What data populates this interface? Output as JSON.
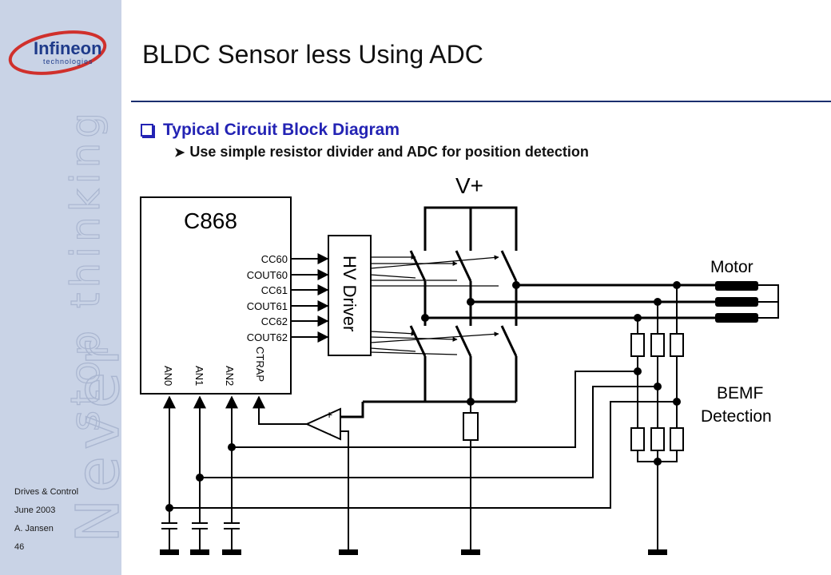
{
  "logo": {
    "text": "Infineon",
    "subtext": "technologies"
  },
  "watermark": {
    "line1": "Never",
    "line2": "stop thinking"
  },
  "footer": {
    "dept": "Drives & Control",
    "date": "June 2003",
    "author": "A. Jansen",
    "page": "46"
  },
  "slide": {
    "title": "BLDC Sensor less Using ADC",
    "bullet1": "Typical Circuit Block Diagram",
    "bullet2": "Use simple resistor divider and ADC for position detection"
  },
  "diagram": {
    "supply_label": "V+",
    "mcu_label": "C868",
    "mcu_outputs": [
      "CC60",
      "COUT60",
      "CC61",
      "COUT61",
      "CC62",
      "COUT62"
    ],
    "mcu_inputs": [
      "AN0",
      "AN1",
      "AN2",
      "CTRAP"
    ],
    "driver_label": "HV Driver",
    "motor_label": "Motor",
    "bemf_line1": "BEMF",
    "bemf_line2": "Detection",
    "comparator_plus": "+",
    "comparator_minus": "-"
  }
}
